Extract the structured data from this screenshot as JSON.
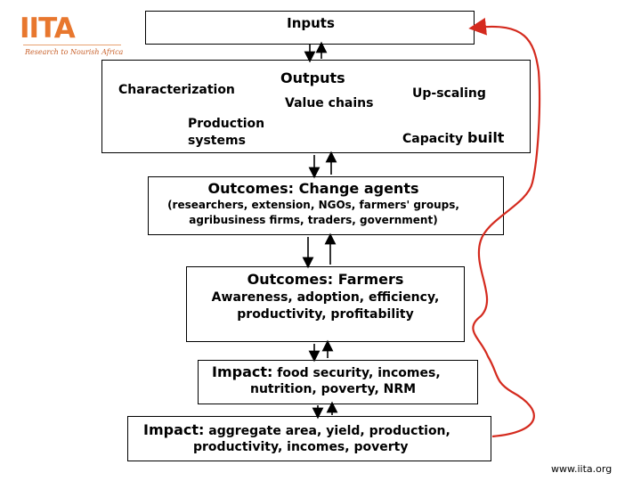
{
  "logo": {
    "name": "IITA",
    "tagline": "Research to Nourish Africa"
  },
  "inputs": {
    "title": "Inputs"
  },
  "outputs": {
    "title": "Outputs",
    "characterization": "Characterization",
    "value_chains": "Value chains",
    "production": "Production",
    "systems": "systems",
    "upscaling": "Up-scaling",
    "capacity": "Capacity",
    "built": "built"
  },
  "change_agents": {
    "title": "Outcomes: Change agents",
    "line1": "(researchers, extension, NGOs, farmers' groups,",
    "line2": "agribusiness firms, traders, government)"
  },
  "farmers": {
    "title": "Outcomes: Farmers",
    "line1": "Awareness, adoption, efficiency,",
    "line2": "productivity, profitability"
  },
  "impact1": {
    "label": "Impact:",
    "line1": "food security, incomes,",
    "line2": "nutrition, poverty, NRM"
  },
  "impact2": {
    "label": "Impact:",
    "line1": "aggregate area, yield, production,",
    "line2": "productivity, incomes, poverty"
  },
  "footer": {
    "url": "www.iita.org"
  },
  "colors": {
    "feedback_arrow": "#d42a1e",
    "logo": "#e8772e",
    "border": "#000000"
  }
}
